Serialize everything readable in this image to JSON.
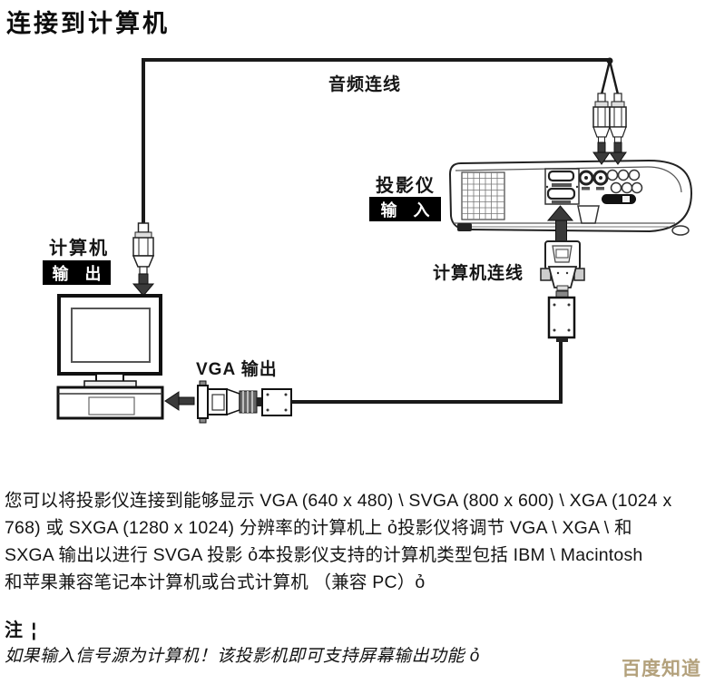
{
  "title": "连接到计算机",
  "diagram": {
    "audio_cable_label": "音频连线",
    "projector_label": "投影仪",
    "projector_input_label": "输　入",
    "computer_label": "计算机",
    "computer_output_label": "输　出",
    "computer_cable_label": "计算机连线",
    "vga_output_label": "VGA 输出",
    "icons": {
      "audio_plug": "audio-plug-icon",
      "rca_plugs": "rca-plug-icon",
      "monitor": "monitor-icon",
      "desktop": "desktop-computer-icon",
      "projector": "projector-icon",
      "vga_connector": "vga-connector-icon"
    }
  },
  "body": {
    "lines": [
      "您可以将投影仪连接到能够显示  VGA (640 x 480) \\ SVGA (800 x 600) \\ XGA (1024 x",
      "768)  或  SXGA (1280 x 1024)  分辨率的计算机上 ỏ投影仪将调节  VGA \\ XGA  \\ 和",
      "SXGA  输出以进行  SVGA  投影 ỏ本投影仪支持的计算机类型包括  IBM  \\  Macintosh",
      "和苹果兼容笔记本计算机或台式计算机 （兼容  PC）ỏ"
    ]
  },
  "note": {
    "heading": "注 ¦",
    "text": "如果输入信号源为计算机！该投影机即可支持屏幕输出功能 ỏ"
  },
  "watermark": {
    "text": "百度知道",
    "color": "#b3a17c"
  }
}
